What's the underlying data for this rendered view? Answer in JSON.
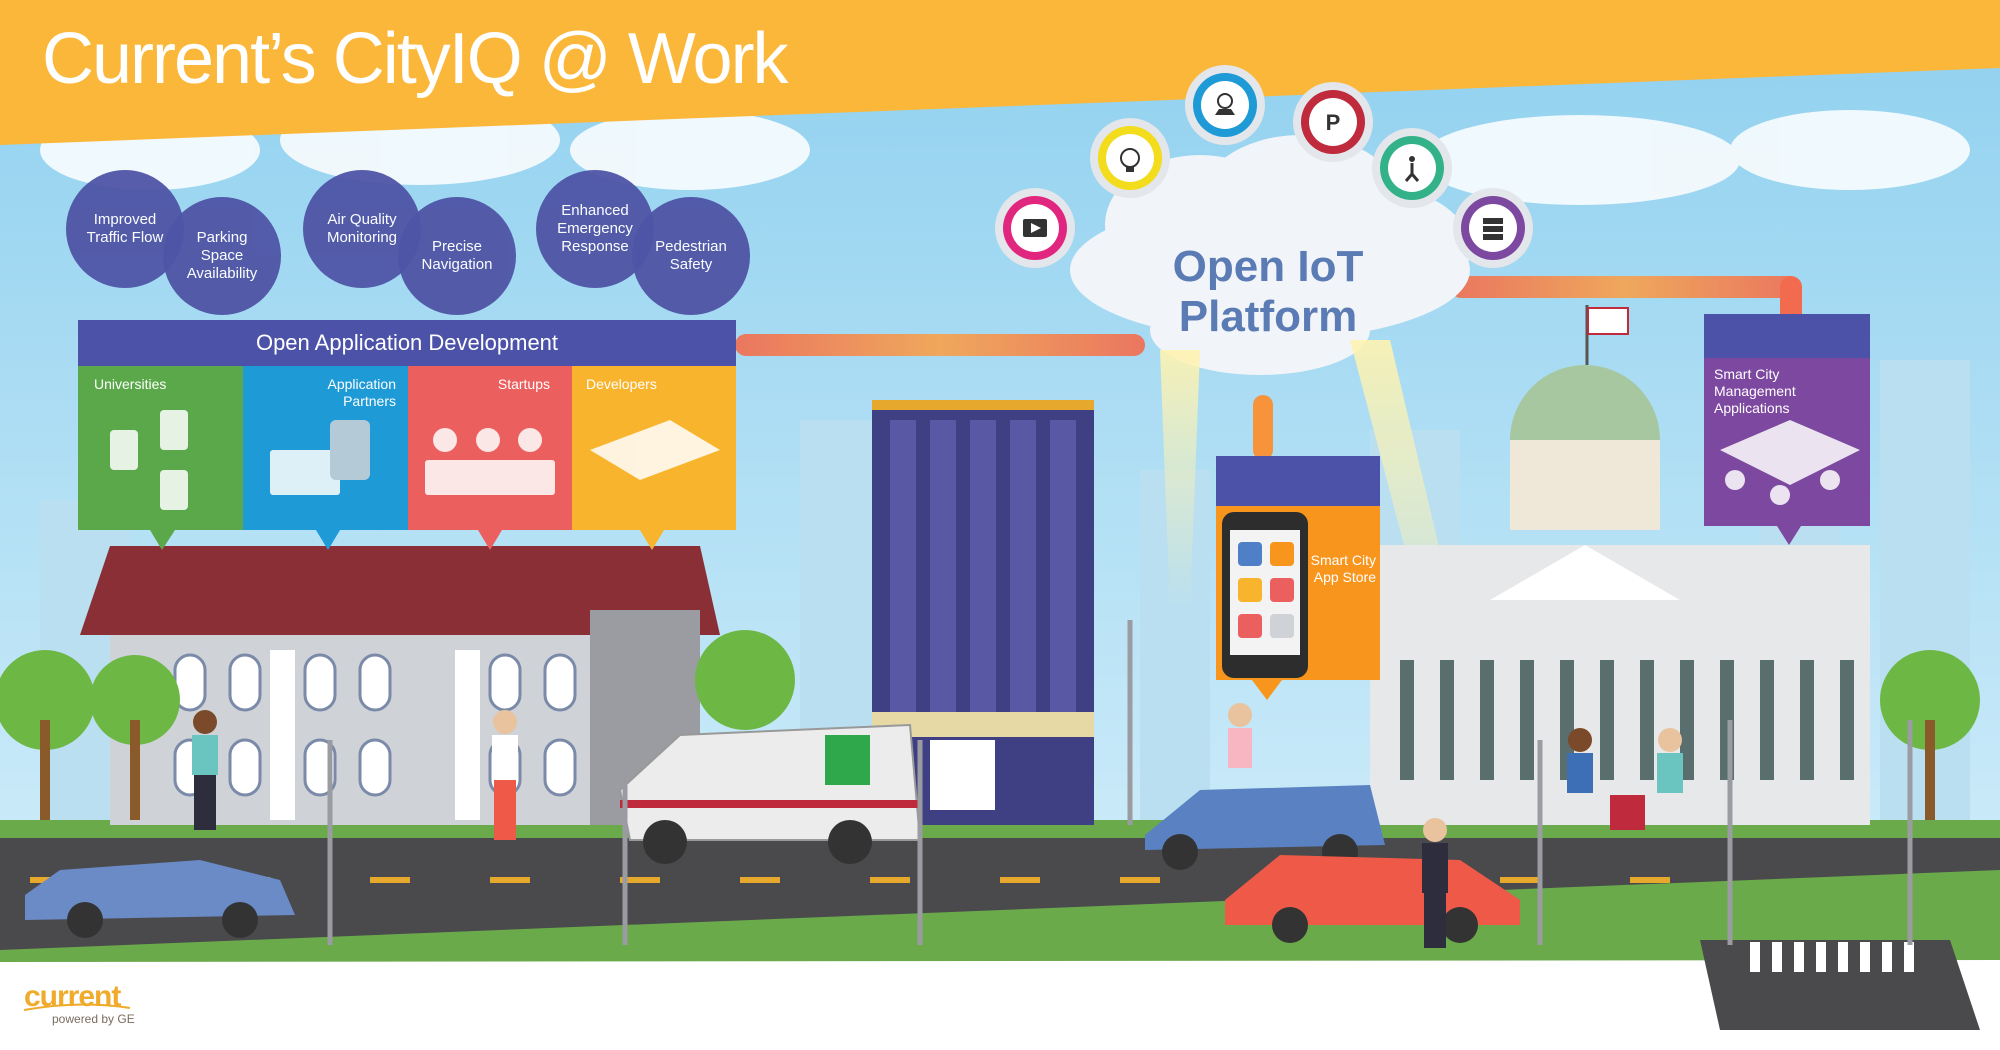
{
  "title": "Current’s CityIQ @ Work",
  "benefits": [
    {
      "label": "Improved Traffic Flow"
    },
    {
      "label": "Parking Space Availability"
    },
    {
      "label": "Air Quality Monitoring"
    },
    {
      "label": "Precise Navigation"
    },
    {
      "label": "Enhanced Emergency Response"
    },
    {
      "label": "Pedestrian Safety"
    }
  ],
  "open_app_dev": {
    "title": "Open Application Development",
    "panels": [
      {
        "label": "Universities"
      },
      {
        "label": "Application Partners"
      },
      {
        "label": "Startups"
      },
      {
        "label": "Developers"
      }
    ]
  },
  "iot": {
    "title": "Open IoT Platform",
    "gear_icons": [
      "video-icon",
      "lightbulb-icon",
      "map-pin-icon",
      "parking-icon",
      "pedestrian-icon",
      "database-icon"
    ]
  },
  "app_store": {
    "label": "Smart City App Store"
  },
  "smart_city": {
    "label": "Smart City Management Applications"
  },
  "brand": {
    "name": "current",
    "tagline": "powered by GE"
  },
  "colors": {
    "header_yellow": "#fbb73a",
    "purple": "#4f55a6",
    "green": "#5aa84a",
    "blue": "#1e9ad6",
    "red": "#ec5f5f",
    "yellow": "#f9b42d",
    "orange": "#f7951d",
    "violet": "#7d48a0"
  }
}
